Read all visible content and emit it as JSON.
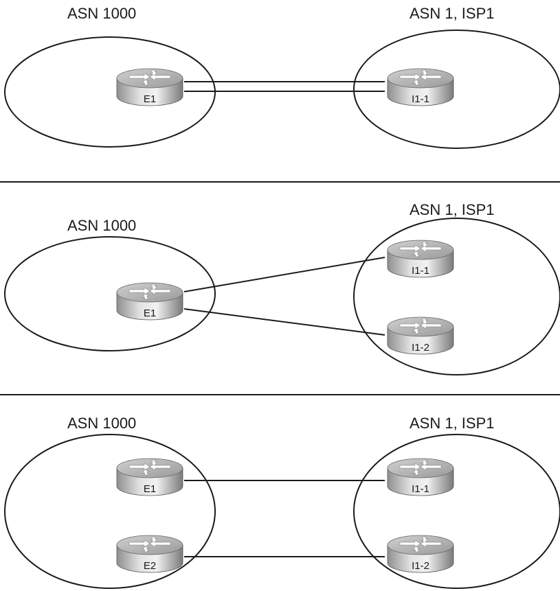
{
  "colors": {
    "line": "#1a1a1a",
    "router_body_light": "#d9d9d9",
    "router_body_dark": "#8a8a8a",
    "router_top": "#c8c8c8",
    "router_arrow": "#ffffff"
  },
  "panels": [
    {
      "left_as": {
        "label": "ASN 1000"
      },
      "right_as": {
        "label": "ASN 1, ISP1"
      },
      "left_routers": [
        {
          "label": "E1"
        }
      ],
      "right_routers": [
        {
          "label": "I1-1"
        }
      ],
      "links": [
        {
          "from": "E1",
          "to": "I1-1"
        },
        {
          "from": "E1",
          "to": "I1-1"
        }
      ]
    },
    {
      "left_as": {
        "label": "ASN 1000"
      },
      "right_as": {
        "label": "ASN 1, ISP1"
      },
      "left_routers": [
        {
          "label": "E1"
        }
      ],
      "right_routers": [
        {
          "label": "I1-1"
        },
        {
          "label": "I1-2"
        }
      ],
      "links": [
        {
          "from": "E1",
          "to": "I1-1"
        },
        {
          "from": "E1",
          "to": "I1-2"
        }
      ]
    },
    {
      "left_as": {
        "label": "ASN 1000"
      },
      "right_as": {
        "label": "ASN 1, ISP1"
      },
      "left_routers": [
        {
          "label": "E1"
        },
        {
          "label": "E2"
        }
      ],
      "right_routers": [
        {
          "label": "I1-1"
        },
        {
          "label": "I1-2"
        }
      ],
      "links": [
        {
          "from": "E1",
          "to": "I1-1"
        },
        {
          "from": "E2",
          "to": "I1-2"
        }
      ]
    }
  ]
}
